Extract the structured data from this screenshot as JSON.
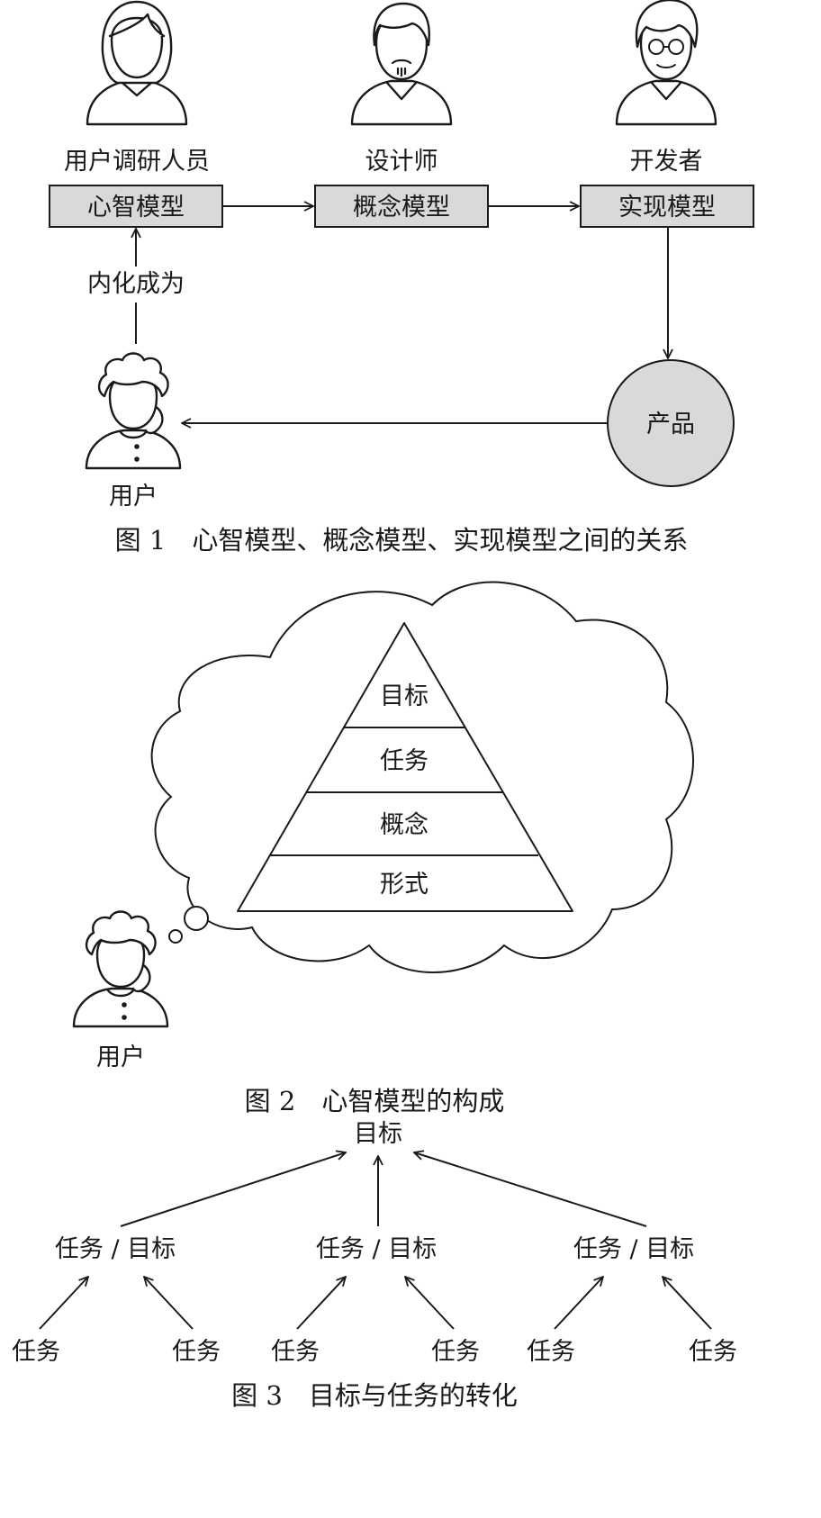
{
  "figure1": {
    "roles": [
      "用户调研人员",
      "设计师",
      "开发者"
    ],
    "models": [
      "心智模型",
      "概念模型",
      "实现模型"
    ],
    "internalize_label": "内化成为",
    "product_label": "产品",
    "user_label": "用户",
    "caption": "图 1　心智模型、概念模型、实现模型之间的关系"
  },
  "figure2": {
    "levels": [
      "目标",
      "任务",
      "概念",
      "形式"
    ],
    "user_label": "用户",
    "caption": "图 2　心智模型的构成"
  },
  "figure3": {
    "root_label": "目标",
    "mid_nodes": [
      "任务 / 目标",
      "任务 / 目标",
      "任务 / 目标"
    ],
    "leaf_nodes": [
      "任务",
      "任务",
      "任务",
      "任务",
      "任务",
      "任务"
    ],
    "caption": "图 3　目标与任务的转化"
  },
  "colors": {
    "box_fill": "#d9d9d9",
    "line": "#1a1a1a"
  }
}
